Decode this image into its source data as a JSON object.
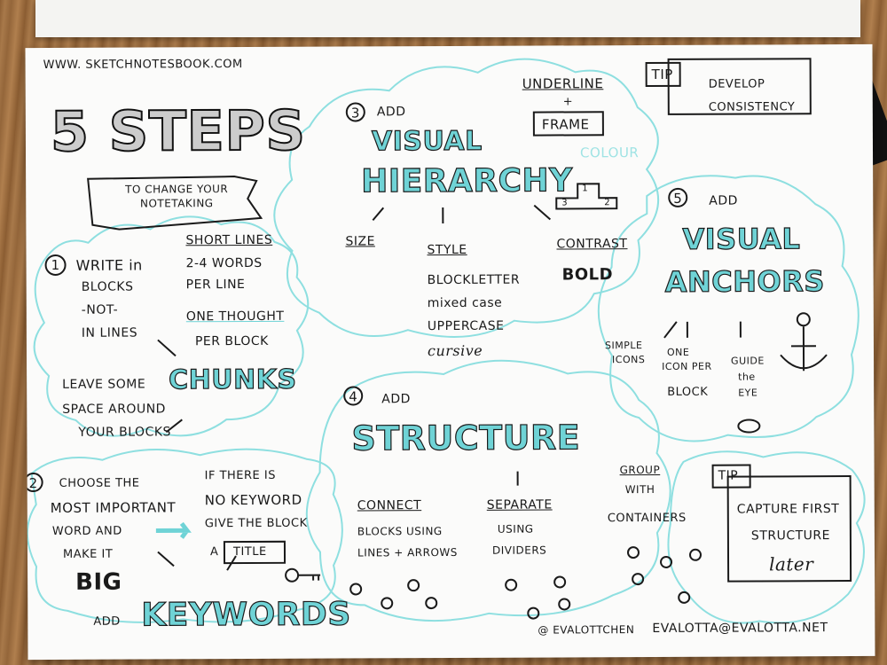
{
  "url": "WWW. SKETCHNOTESBOOK.COM",
  "title": "5 STEPS",
  "banner": "TO CHANGE YOUR NOTETAKING",
  "tip1": {
    "label": "TIP",
    "text": "DEVELOP CONSISTENCY"
  },
  "step1": {
    "number": "1",
    "heading": "WRITE in",
    "blocks": "BLOCKS",
    "not": "-NOT-",
    "in_lines": "IN LINES",
    "short_lines": "SHORT LINES",
    "words": "2-4 WORDS",
    "per_line": "PER LINE",
    "one_thought": "ONE THOUGHT",
    "per_block": "PER BLOCK",
    "leave": "LEAVE SOME",
    "space": "SPACE AROUND",
    "your_blocks": "YOUR BLOCKS",
    "chunks": "CHUNKS"
  },
  "step2": {
    "number": "2",
    "choose": "CHOOSE THE",
    "most": "MOST IMPORTANT",
    "word": "WORD AND",
    "make": "MAKE IT",
    "big": "BIG",
    "if_there": "IF THERE IS",
    "no_keyword": "NO KEYWORD",
    "give": "GIVE THE BLOCK",
    "a": "A",
    "title_word": "TITLE",
    "add": "ADD",
    "keywords": "KEYWORDS"
  },
  "step3": {
    "number": "3",
    "add": "ADD",
    "visual": "VISUAL",
    "hierarchy": "HIERARCHY",
    "underline": "UNDERLINE",
    "plus": "+",
    "frame": "FRAME",
    "colour": "COLOUR",
    "size": "SIZE",
    "style": "STYLE",
    "contrast": "CONTRAST",
    "bold": "BOLD",
    "styles": [
      "BLOCKLETTER",
      "mixed case",
      "UPPERCASE",
      "cursive"
    ],
    "podium": [
      "1",
      "2",
      "3"
    ]
  },
  "step4": {
    "number": "4",
    "add": "ADD",
    "structure": "STRUCTURE",
    "connect": "CONNECT",
    "connect_desc1": "BLOCKS USING",
    "connect_desc2": "LINES + ARROWS",
    "separate": "SEPARATE",
    "separate_desc1": "USING",
    "separate_desc2": "DIVIDERS",
    "group": "GROUP",
    "with": "WITH",
    "containers": "CONTAINERS"
  },
  "step5": {
    "number": "5",
    "add": "ADD",
    "visual": "VISUAL",
    "anchors": "ANCHORS",
    "simple": "SIMPLE",
    "icons": "ICONS",
    "one_icon": "ONE",
    "icon_per": "ICON PER",
    "block": "BLOCK",
    "guide": "GUIDE",
    "the": "the",
    "eye": "EYE"
  },
  "tip2": {
    "label": "TIP",
    "capture": "CAPTURE FIRST",
    "structure": "STRUCTURE",
    "later": "later"
  },
  "footer": {
    "handle": "@ EVALOTTCHEN",
    "email": "EVALOTTA@EVALOTTA.NET"
  }
}
